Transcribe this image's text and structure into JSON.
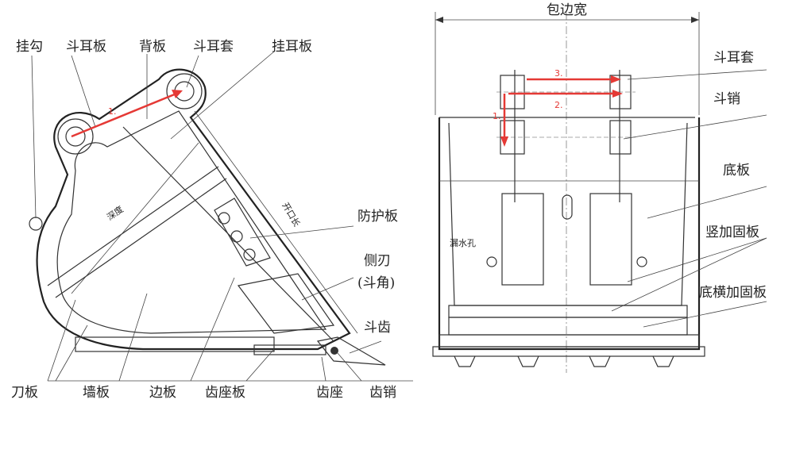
{
  "left_diagram": {
    "labels": {
      "hook": "挂勾",
      "ear_plate": "斗耳板",
      "back_plate": "背板",
      "ear_sleeve": "斗耳套",
      "hanging_plate": "挂耳板",
      "guard_plate": "防护板",
      "side_blade": "侧刃",
      "bucket_corner": "(斗角)",
      "bucket_tooth": "斗齿",
      "blade_plate": "刀板",
      "wall_plate": "墙板",
      "edge_plate": "边板",
      "tooth_seat_plate": "齿座板",
      "tooth_seat": "齿座",
      "tooth_pin": "齿销",
      "depth": "深度",
      "opening_length": "开口长"
    },
    "arrow_label": "1."
  },
  "right_diagram": {
    "labels": {
      "width": "包边宽",
      "ear_sleeve": "斗耳套",
      "bucket_pin": "斗销",
      "bottom_plate": "底板",
      "vertical_stiffener": "竖加固板",
      "bottom_cross_stiffener": "底横加固板",
      "drain_hole": "漏水孔"
    },
    "arrow_labels": [
      "1.",
      "2.",
      "3."
    ]
  },
  "colors": {
    "annotation_red": "#e53935",
    "line": "#333333"
  }
}
